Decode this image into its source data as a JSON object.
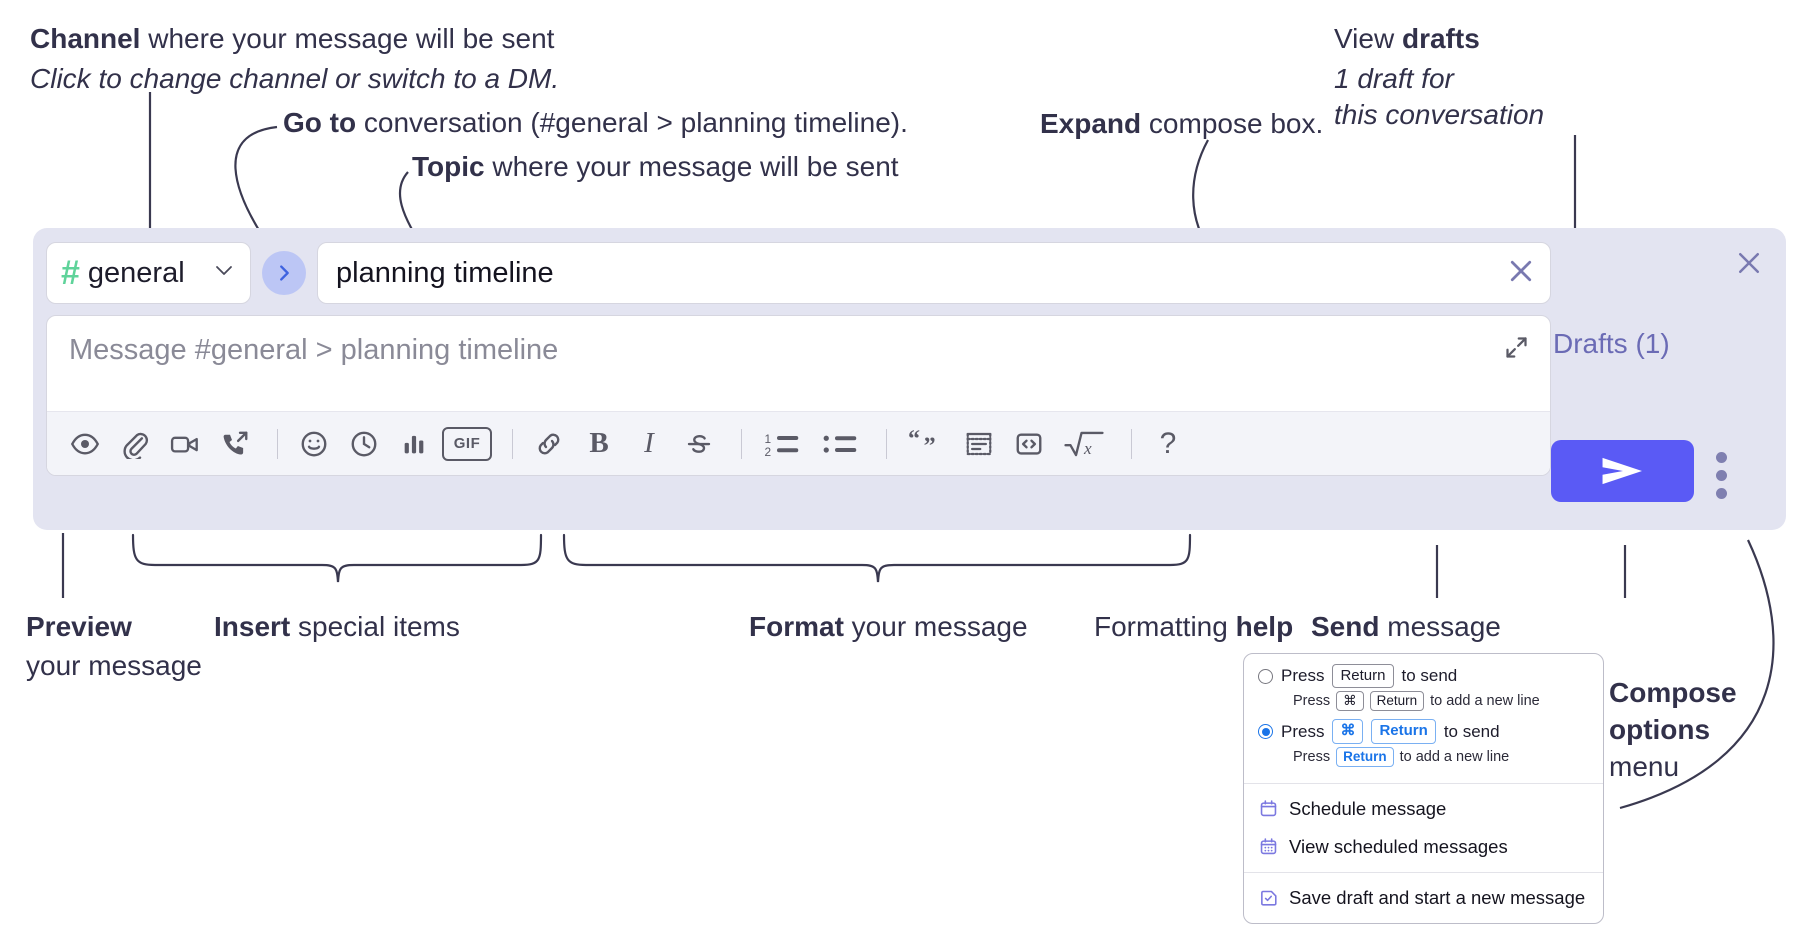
{
  "annotations": {
    "channel": {
      "bold": "Channel",
      "rest": " where your message will be sent",
      "italic": "Click to change channel or switch to a DM."
    },
    "goto": {
      "bold": "Go to",
      "rest": " conversation (#general > planning timeline)."
    },
    "topic": {
      "bold": "Topic",
      "rest": " where your message will be sent"
    },
    "expand": {
      "bold": "Expand",
      "rest": " compose box."
    },
    "drafts": {
      "prefix": "View ",
      "bold": "drafts",
      "italic_line1": "1 draft for",
      "italic_line2": "this conversation"
    },
    "preview": {
      "bold": "Preview",
      "rest": "your message"
    },
    "insert": {
      "bold": "Insert",
      "rest": " special items"
    },
    "format": {
      "bold": "Format",
      "rest": " your message"
    },
    "formatting_help": {
      "prefix": "Formatting ",
      "bold": "help"
    },
    "send": {
      "bold": "Send",
      "rest": " message"
    },
    "compose_options": {
      "bold1": "Compose",
      "bold2": "options",
      "rest": "menu"
    }
  },
  "compose": {
    "channel": {
      "hash": "#",
      "name": "general",
      "chevron": "chevron-down"
    },
    "goto_label": "go-to-conversation",
    "topic_value": "planning timeline",
    "topic_clear": "close-icon",
    "message_placeholder": "Message #general > planning timeline",
    "expand_label": "expand-icon",
    "close_label": "close-icon",
    "drafts_label": "Drafts (1)",
    "send_label": "send-icon",
    "kebab_label": "compose-options",
    "toolbar": [
      {
        "name": "preview-icon",
        "kind": "icon",
        "label": "Preview"
      },
      {
        "name": "attachment-icon",
        "kind": "icon",
        "label": "Attach file"
      },
      {
        "name": "video-clip-icon",
        "kind": "icon",
        "label": "Record video clip"
      },
      {
        "name": "audio-clip-icon",
        "kind": "icon",
        "label": "Record audio clip"
      },
      {
        "name": "separator",
        "kind": "sep",
        "label": ""
      },
      {
        "name": "emoji-icon",
        "kind": "icon",
        "label": "Emoji"
      },
      {
        "name": "mention-time-icon",
        "kind": "icon",
        "label": "Clock"
      },
      {
        "name": "poll-icon",
        "kind": "icon",
        "label": "Poll"
      },
      {
        "name": "gif-icon",
        "kind": "gif",
        "label": "GIF"
      },
      {
        "name": "separator",
        "kind": "sep",
        "label": ""
      },
      {
        "name": "link-icon",
        "kind": "icon",
        "label": "Link"
      },
      {
        "name": "bold-icon",
        "kind": "bold",
        "label": "B"
      },
      {
        "name": "italic-icon",
        "kind": "ital",
        "label": "I"
      },
      {
        "name": "strikethrough-icon",
        "kind": "icon",
        "label": "Strikethrough"
      },
      {
        "name": "separator",
        "kind": "sep",
        "label": ""
      },
      {
        "name": "ordered-list-icon",
        "kind": "icon",
        "label": "Ordered list"
      },
      {
        "name": "bulleted-list-icon",
        "kind": "icon",
        "label": "Bulleted list"
      },
      {
        "name": "separator",
        "kind": "sep",
        "label": ""
      },
      {
        "name": "blockquote-icon",
        "kind": "icon",
        "label": "Blockquote"
      },
      {
        "name": "code-block-icon",
        "kind": "icon",
        "label": "Code block"
      },
      {
        "name": "code-icon",
        "kind": "icon",
        "label": "Code"
      },
      {
        "name": "latex-icon",
        "kind": "icon",
        "label": "Math"
      },
      {
        "name": "separator",
        "kind": "sep",
        "label": ""
      },
      {
        "name": "help-icon",
        "kind": "help",
        "label": "?"
      }
    ]
  },
  "options_menu": {
    "radio1": {
      "selected": false,
      "press": "Press",
      "key": "Return",
      "tail": "to send",
      "sub_press": "Press",
      "sub_key1": "⌘",
      "sub_key2": "Return",
      "sub_tail": "to add a new line"
    },
    "radio2": {
      "selected": true,
      "press": "Press",
      "key1": "⌘",
      "key2": "Return",
      "tail": "to send",
      "sub_press": "Press",
      "sub_key": "Return",
      "sub_tail": "to add a new line"
    },
    "items": [
      {
        "icon": "calendar-icon",
        "label": "Schedule message"
      },
      {
        "icon": "calendar-grid-icon",
        "label": "View scheduled messages"
      },
      {
        "icon": "save-draft-icon",
        "label": "Save draft and start a new message"
      }
    ]
  },
  "colors": {
    "compose_bg": "#e3e4f1",
    "send_button": "#5a5af5",
    "hash_green": "#5fd39a",
    "goto_bubble": "#bcc6f5",
    "drafts_text": "#6b6bb5",
    "accent_blue": "#1a74e8",
    "menu_icon_purple": "#7b78e0",
    "text": "#32314a"
  }
}
